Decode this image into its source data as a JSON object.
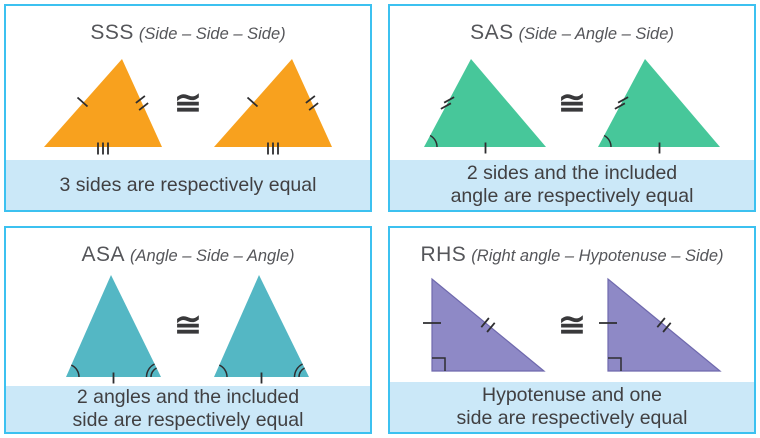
{
  "congruence_symbol": "≅",
  "colors": {
    "panel_border": "#3CC1F0",
    "caption_background": "#CBE8F8",
    "title_text": "#55565A",
    "caption_text": "#414042",
    "mark_stroke": "#2E2E30",
    "congruence_symbol_color": "#39393B",
    "sss_triangle_fill": "#F8A11E",
    "sas_triangle_fill": "#47C79A",
    "asa_triangle_fill": "#54B7C4",
    "rhs_triangle_fill": "#8E89C6",
    "rhs_triangle_stroke": "#6F69AD"
  },
  "panels": [
    {
      "abbr": "SSS",
      "expansion": "(Side – Side – Side)",
      "caption_lines": [
        "3 sides are respectively equal"
      ]
    },
    {
      "abbr": "SAS",
      "expansion": "(Side – Angle – Side)",
      "caption_lines": [
        "2 sides and the included",
        "angle are respectively equal"
      ]
    },
    {
      "abbr": "ASA",
      "expansion": "(Angle – Side – Angle)",
      "caption_lines": [
        "2 angles and the included",
        "side are respectively equal"
      ]
    },
    {
      "abbr": "RHS",
      "expansion": "(Right angle – Hypotenuse – Side)",
      "caption_lines": [
        "Hypotenuse and one",
        "side are respectively equal"
      ]
    }
  ]
}
